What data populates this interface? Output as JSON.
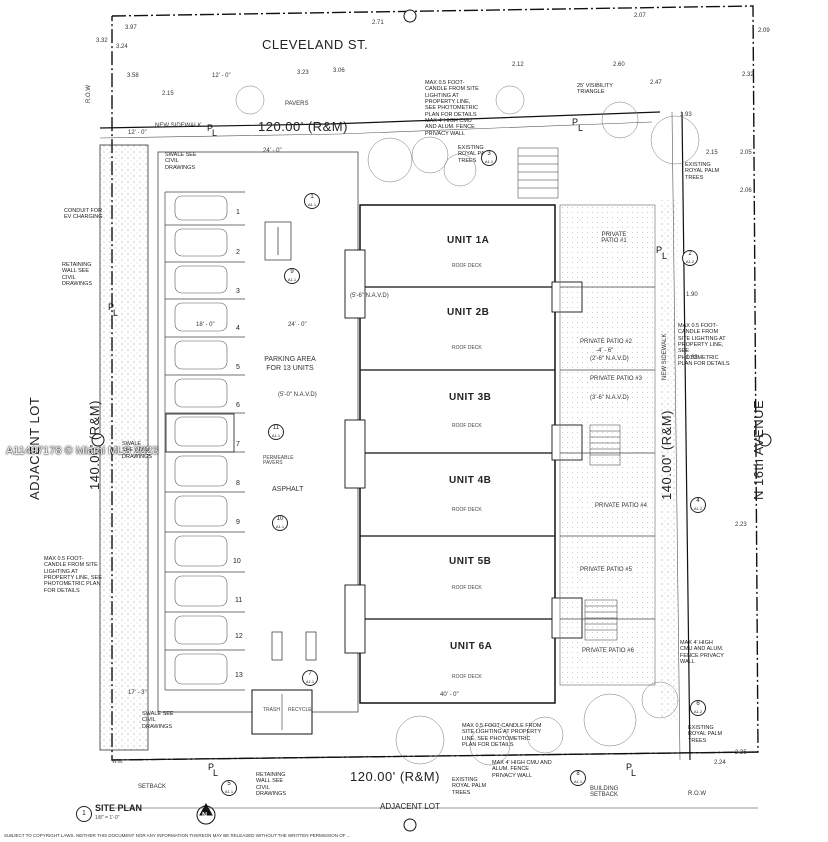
{
  "streets": {
    "north": "CLEVELAND ST.",
    "east": "N 16th AVENUE",
    "west": "ADJACENT LOT",
    "south": "ADJACENT LOT"
  },
  "property_lines": {
    "north": "120.00' (R&M)",
    "south": "120.00' (R&M)",
    "west": "140.00' (R&M)",
    "east": "140.00' (R&M)"
  },
  "units": [
    {
      "name": "UNIT 1A",
      "sub": "ROOF DECK"
    },
    {
      "name": "UNIT 2B",
      "sub": "ROOF DECK"
    },
    {
      "name": "UNIT 3B",
      "sub": "ROOF DECK"
    },
    {
      "name": "UNIT 4B",
      "sub": "ROOF DECK"
    },
    {
      "name": "UNIT 5B",
      "sub": "ROOF DECK"
    },
    {
      "name": "UNIT 6A",
      "sub": "ROOF DECK"
    }
  ],
  "patios": [
    "PRIVATE PATIO #1",
    "PRIVATE PATIO #2",
    "PRIVATE PATIO #3",
    "PRIVATE PATIO #4",
    "PRIVATE PATIO #5",
    "PRIVATE PATIO #6"
  ],
  "parking": {
    "label": "PARKING AREA FOR 13 UNITS",
    "asphalt": "ASPHALT",
    "permeable": "PERMEABLE PAVERS",
    "stalls": [
      "1",
      "2",
      "3",
      "4",
      "5",
      "6",
      "7",
      "8",
      "9",
      "10",
      "11",
      "12",
      "13"
    ]
  },
  "labels": {
    "pavers": "PAVERS",
    "new_sidewalk_n": "NEW SIDEWALK",
    "new_sidewalk_e": "NEW SIDEWALK",
    "row_w": "R.O.W",
    "row_e": "R.O.W",
    "building_setback_s": "BUILDING SETBACK",
    "setback": "SETBACK",
    "wm": "W.M.",
    "existing_palms_e": "EXISTING ROYAL PALM TREES",
    "existing_palms_se": "EXISTING ROYAL PALM TREES",
    "existing_palms_s": "EXISTING ROYAL PALM TREES",
    "existing_palms_n": "EXISTING ROYAL PALM TREES",
    "visibility_triangle": "25' VISIBILITY TRIANGLE",
    "retaining_wall_w": "RETAINING WALL SEE CIVIL DRAWINGS",
    "retaining_wall_s": "RETAINING WALL SEE CIVIL DRAWINGS",
    "conduit": "CONDUIT FOR EV CHARGING",
    "swale_n": "SWALE SEE CIVIL DRAWINGS",
    "swale_w": "SWALE SEE CIVIL DRAWINGS",
    "swale_s": "SWALE SEE CIVIL DRAWINGS",
    "lighting_note_n": "MAX 0.5 FOOT-CANDLE FROM SITE LIGHTING AT PROPERTY LINE, SEE PHOTOMETRIC PLAN FOR DETAILS MAX 4' HIGH CMU AND ALUM. FENCE PRIVACY WALL",
    "lighting_note_w": "MAX 0.5 FOOT-CANDLE FROM SITE LIGHTING AT PROPERTY LINE, SEE PHOTOMETRIC PLAN FOR DETAILS",
    "lighting_note_e": "MAX 0.5 FOOT-CANDLE FROM SITE LIGHTING AT PROPERTY LINE, SEE PHOTOMETRIC PLAN FOR DETAILS",
    "lighting_note_s": "MAX 0.5 FOOT-CANDLE FROM SITE LIGHTING AT PROPERTY LINE, SEE PHOTOMETRIC PLAN FOR DETAILS",
    "fence_s": "MAX 4' HIGH CMU AND ALUM. FENCE PRIVACY WALL",
    "fence_e": "MAX 4' HIGH CMU AND ALUM. FENCE PRIVACY WALL",
    "trash": "TRASH",
    "recycle": "RECYCLE",
    "site_plan": "SITE PLAN",
    "scale": "1/8\" = 1'-0\"",
    "watermark": "A11497178 © Miami MLS 2023",
    "north_arrow": "N"
  },
  "dims": {
    "top_left": "3.97",
    "top_mid": "2.71",
    "top_right": "2.07",
    "corner_tr": "2.09",
    "d332": "3.32",
    "d324": "3.24",
    "d358": "3.58",
    "d323": "3.23",
    "d306": "3.06",
    "d212": "2.12",
    "d260": "2.60",
    "d247": "2.47",
    "d232": "2.32",
    "d215w": "2.15",
    "d215e": "2.15",
    "d205": "2.05",
    "d206": "2.06",
    "d193": "1.93",
    "d190": "1.90",
    "d188": "1.88",
    "d223": "2.23",
    "d235": "2.35",
    "d224": "2.24",
    "drive_24a": "24' - 0\"",
    "drive_24b": "24' - 0\"",
    "stall_w": "18' - 0\"",
    "d120a": "12' - 0\"",
    "d120b": "12' - 0\"",
    "d173": "17' - 3\"",
    "d400": "40' - 0\"",
    "patio_46": "-4' - 6\"",
    "nav_26": "(2'-6\" N.A.V.D)",
    "nav_36": "(3'-6\" N.A.V.D)",
    "nav_56": "(5'-6\" N.A.V.D)",
    "nav_50": "(5'-0\" N.A.V.D)"
  },
  "tags": [
    {
      "num": "1",
      "sheet": "A1.1"
    },
    {
      "num": "2",
      "sheet": "A1.2"
    },
    {
      "num": "3",
      "sheet": "A1.1"
    },
    {
      "num": "4",
      "sheet": "A1.2"
    },
    {
      "num": "5",
      "sheet": "A1.1"
    },
    {
      "num": "6",
      "sheet": "A1.2"
    },
    {
      "num": "7",
      "sheet": "A1.1"
    },
    {
      "num": "8",
      "sheet": "A1.1"
    },
    {
      "num": "9",
      "sheet": "A1.1"
    },
    {
      "num": "10",
      "sheet": "A1.1"
    },
    {
      "num": "11",
      "sheet": "A1.1"
    }
  ],
  "footer": "SUBJECT TO COPYRIGHT LAWS. NEITHER THIS DOCUMENT NOR ANY INFORMATION THEREON MAY BE RELEASED WITHOUT THE WRITTEN PERMISSION OF ..."
}
